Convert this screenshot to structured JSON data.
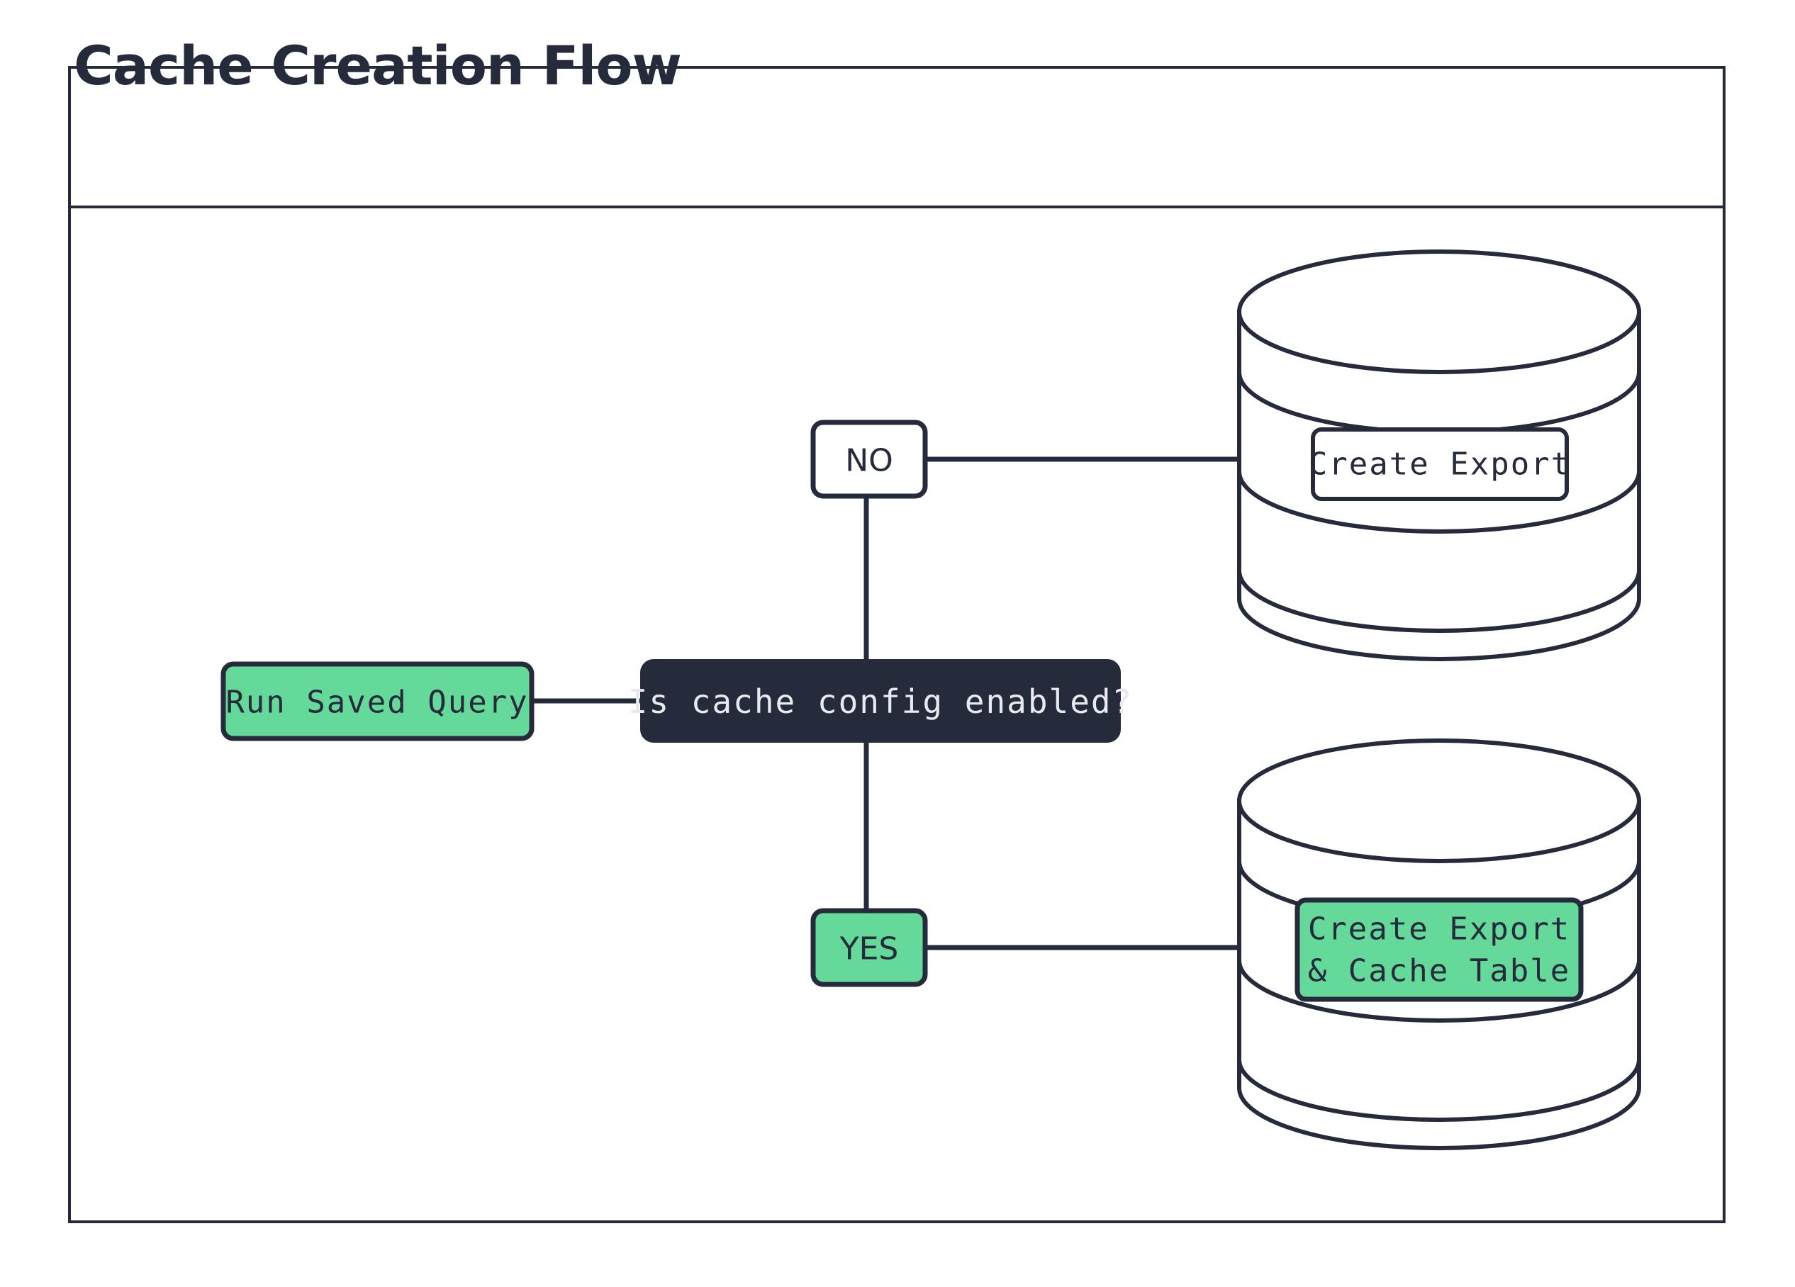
{
  "diagram": {
    "title": "Cache Creation Flow",
    "type": "flowchart",
    "colors": {
      "stroke": "#252B3B",
      "dark_fill": "#252B3B",
      "green_fill": "#64D99A",
      "white_fill": "#FFFFFF",
      "dark_text": "#252B3B",
      "light_text": "#E8EAF0",
      "background": "#FFFFFF"
    },
    "nodes": {
      "run_saved_query": {
        "label": "Run Saved Query",
        "shape": "rounded-rect",
        "fill": "green"
      },
      "decision": {
        "label": "Is cache config enabled?",
        "shape": "rounded-rect",
        "fill": "dark"
      },
      "branch_no": {
        "label": "NO",
        "shape": "rounded-rect",
        "fill": "white"
      },
      "branch_yes": {
        "label": "YES",
        "shape": "rounded-rect",
        "fill": "green"
      },
      "database_top": {
        "shape": "cylinder",
        "label": "Create Export",
        "label_lines": [
          "Create Export"
        ],
        "label_fill": "white"
      },
      "database_bottom": {
        "shape": "cylinder",
        "label": "Create Export & Cache Table",
        "label_lines": [
          "Create Export",
          "& Cache Table"
        ],
        "label_fill": "green"
      }
    },
    "edges": [
      {
        "from": "run_saved_query",
        "to": "decision",
        "label": ""
      },
      {
        "from": "decision",
        "to": "branch_no",
        "label": ""
      },
      {
        "from": "decision",
        "to": "branch_yes",
        "label": ""
      },
      {
        "from": "branch_no",
        "to": "database_top",
        "label": ""
      },
      {
        "from": "branch_yes",
        "to": "database_bottom",
        "label": ""
      }
    ]
  }
}
